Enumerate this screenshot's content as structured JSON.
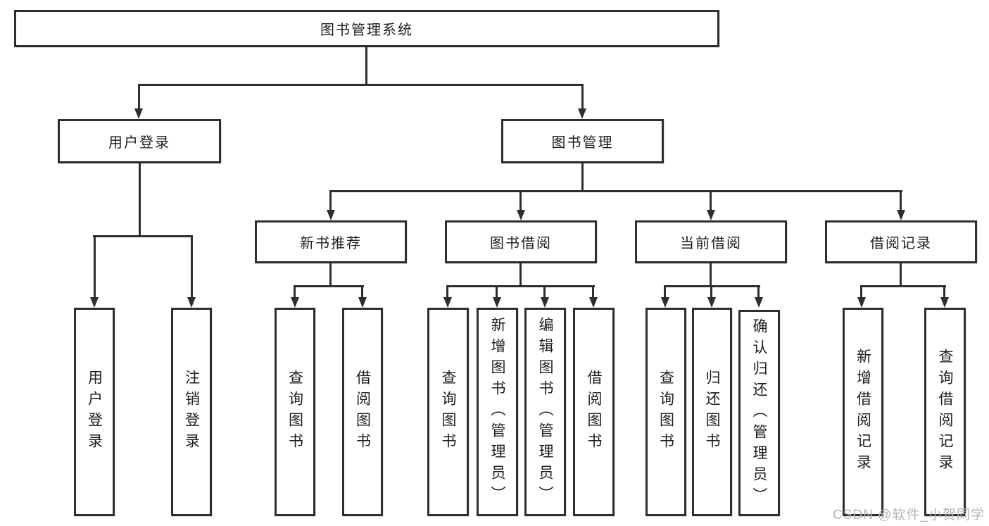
{
  "diagram": {
    "title": "图书管理系统",
    "root": {
      "label": "图书管理系统"
    },
    "level2": {
      "user_login": {
        "label": "用户登录"
      },
      "book_mgmt": {
        "label": "图书管理"
      }
    },
    "level3": {
      "new_books": {
        "label": "新书推荐"
      },
      "book_borrow": {
        "label": "图书借阅"
      },
      "current_borrow": {
        "label": "当前借阅"
      },
      "borrow_records": {
        "label": "借阅记录"
      }
    },
    "leaves": {
      "user_login_action": {
        "label": "用户登录"
      },
      "logout": {
        "label": "注销登录"
      },
      "nb_query_books": {
        "label": "查询图书"
      },
      "nb_borrow_books": {
        "label": "借阅图书"
      },
      "bb_query_books": {
        "label": "查询图书"
      },
      "bb_add_books": {
        "label": "新增图书（管理员）"
      },
      "bb_edit_books": {
        "label": "编辑图书（管理员）"
      },
      "bb_borrow_books": {
        "label": "借阅图书"
      },
      "cb_query_books": {
        "label": "查询图书"
      },
      "cb_return_books": {
        "label": "归还图书"
      },
      "cb_confirm_return": {
        "label": "确认归还（管理员）"
      },
      "br_add_record": {
        "label": "新增借阅记录"
      },
      "br_query_record": {
        "label": "查询借阅记录"
      }
    }
  },
  "watermark": {
    "text": "CSDN @软件_小贺同学"
  },
  "colors": {
    "line": "#2e2e2e",
    "box_border": "#2e2e2e",
    "text": "#1d1d1d",
    "watermark": "#b4b4b4",
    "background": "#ffffff"
  }
}
